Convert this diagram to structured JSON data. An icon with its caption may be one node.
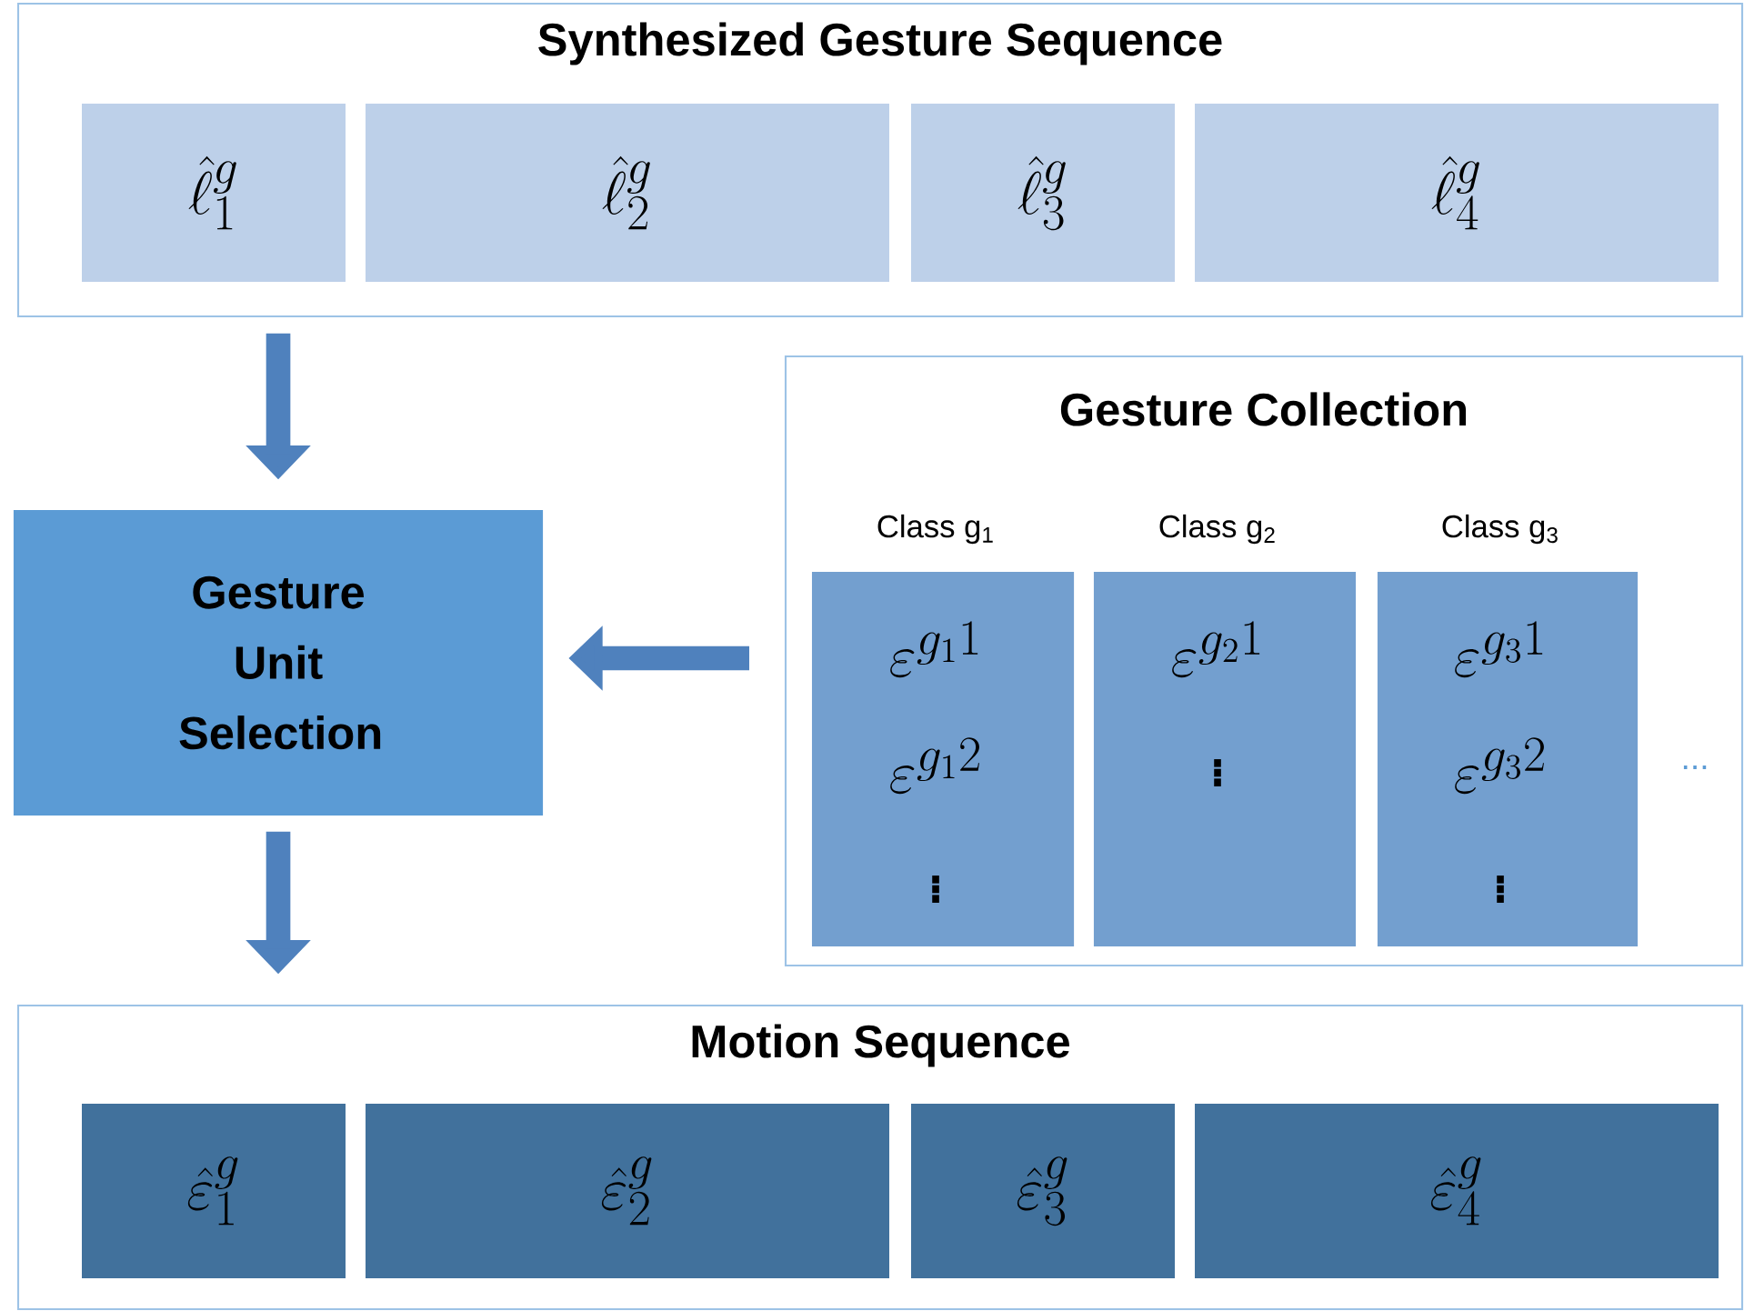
{
  "diagram": {
    "nodes": [
      {
        "text": [
          "Synthesized Gesture Sequence"
        ]
      },
      {
        "text": [
          "\\hat{\\ell}^g_1"
        ],
        "in": 0
      },
      {
        "text": [
          "\\hat{\\ell}^g_2"
        ],
        "in": 0
      },
      {
        "text": [
          "\\hat{\\ell}^g_3"
        ],
        "in": 0
      },
      {
        "text": [
          "\\hat{\\ell}^g_4"
        ],
        "in": 0
      },
      {
        "text": [
          "Gesture Unit Selection"
        ]
      },
      {
        "text": [
          "Gesture Collection"
        ]
      },
      {
        "text": [
          "Class g$_{1}$",
          "\\varepsilon^{g_1 1}",
          "\\varepsilon^{g_1 2}",
          "\\vdots"
        ],
        "in": 6
      },
      {
        "text": [
          "Class g$_{2}$",
          "\\varepsilon^{g_2 1}",
          "\\vdots"
        ],
        "in": 6
      },
      {
        "text": [
          "Class g$_{3}$",
          "\\varepsilon^{g_3 1}",
          "\\varepsilon^{g_3 2}",
          "\\vdots"
        ],
        "in": 6
      },
      {
        "text": [
          "Motion Sequence"
        ]
      },
      {
        "text": [
          "\\hat{\\varepsilon}^g_1"
        ],
        "in": 10
      },
      {
        "text": [
          "\\hat{\\varepsilon}^g_2"
        ],
        "in": 10
      },
      {
        "text": [
          "\\hat{\\varepsilon}^g_3"
        ],
        "in": 10
      },
      {
        "text": [
          "\\hat{\\varepsilon}^g_4"
        ],
        "in": 10
      }
    ],
    "edges": [
      {
        "from": 0,
        "to": 5,
        "arrow": "to"
      },
      {
        "from": 6,
        "to": 5,
        "arrow": "to"
      },
      {
        "from": 5,
        "to": 10,
        "arrow": "to"
      }
    ],
    "labels": [
      "..."
    ]
  }
}
